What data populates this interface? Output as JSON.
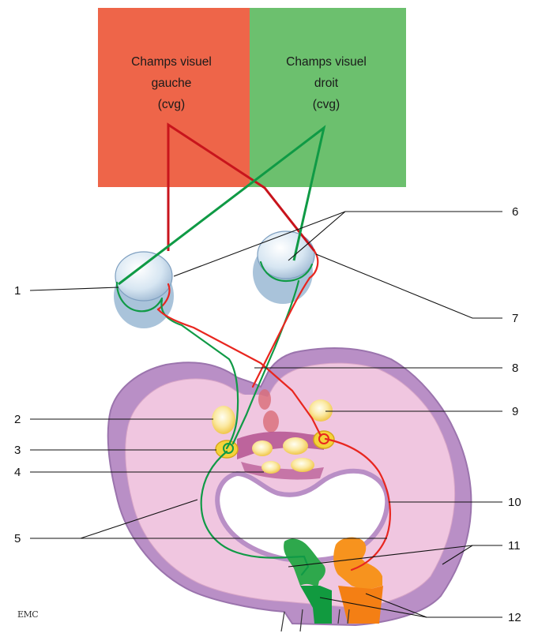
{
  "visual_fields": {
    "left": {
      "line1": "Champs visuel",
      "line2": "gauche",
      "line3": "(cvg)",
      "color": "#ee6549"
    },
    "right": {
      "line1": "Champs visuel",
      "line2": "droit",
      "line3": "(cvg)",
      "color": "#6cc06e"
    }
  },
  "callouts": [
    "1",
    "2",
    "3",
    "4",
    "5",
    "6",
    "7",
    "8",
    "9",
    "10",
    "11",
    "12"
  ],
  "brand": "EMC",
  "colors": {
    "left_pathway": "#e8261f",
    "right_pathway": "#109a46",
    "brain_fill": "#f0c6e0",
    "brain_cortex": "#b98fc6",
    "nucleus": "#f7e27a",
    "eye": "#cfe0ef"
  }
}
